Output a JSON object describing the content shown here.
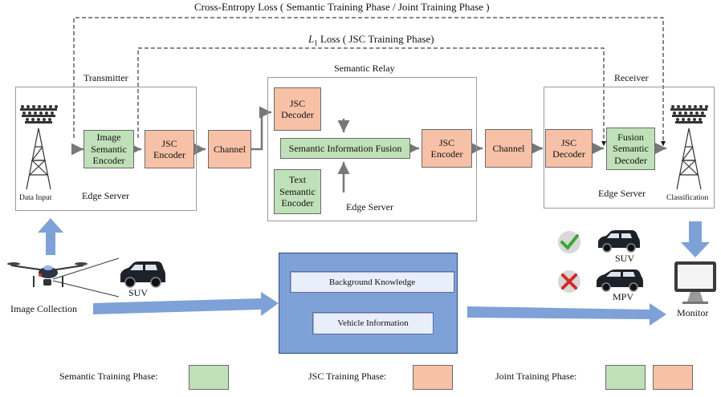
{
  "loss": {
    "ce": "Cross-Entropy Loss ( Semantic Training Phase / Joint Training Phase )",
    "l1_symbol": "L",
    "l1_sub": "1",
    "l1_rest": " Loss  ( JSC Training Phase)"
  },
  "transmitter": {
    "title": "Transmitter",
    "encoder": "Image Semantic Encoder",
    "jsc": "JSC Encoder",
    "server": "Edge Server",
    "input": "Data Input"
  },
  "channel1": "Channel",
  "relay": {
    "title": "Semantic Relay",
    "jsc_decoder": "JSC Decoder",
    "fusion": "Semantic Information Fusion",
    "text_encoder": "Text Semantic Encoder",
    "jsc_encoder": "JSC Encoder",
    "server": "Edge Server"
  },
  "channel2": "Channel",
  "receiver": {
    "title": "Receiver",
    "jsc_decoder": "JSC Decoder",
    "fusion_decoder": "Fusion Semantic Decoder",
    "server": "Edge Server",
    "output": "Classification"
  },
  "bottom": {
    "collection": "Image Collection",
    "suv_input": "SUV",
    "knowledge": "Background Knowledge",
    "vehicle": "Vehicle Information",
    "result_correct": "SUV",
    "result_wrong": "MPV",
    "monitor": "Monitor"
  },
  "legend": {
    "semantic": "Semantic Training Phase:",
    "jsc": "JSC Training Phase:",
    "joint": "Joint Training Phase:"
  },
  "colors": {
    "semantic": "#bfe0b8",
    "jsc": "#f6c1a6",
    "flow_arrow": "#7ea1d8",
    "kb_panel": "#7ea1d8"
  }
}
